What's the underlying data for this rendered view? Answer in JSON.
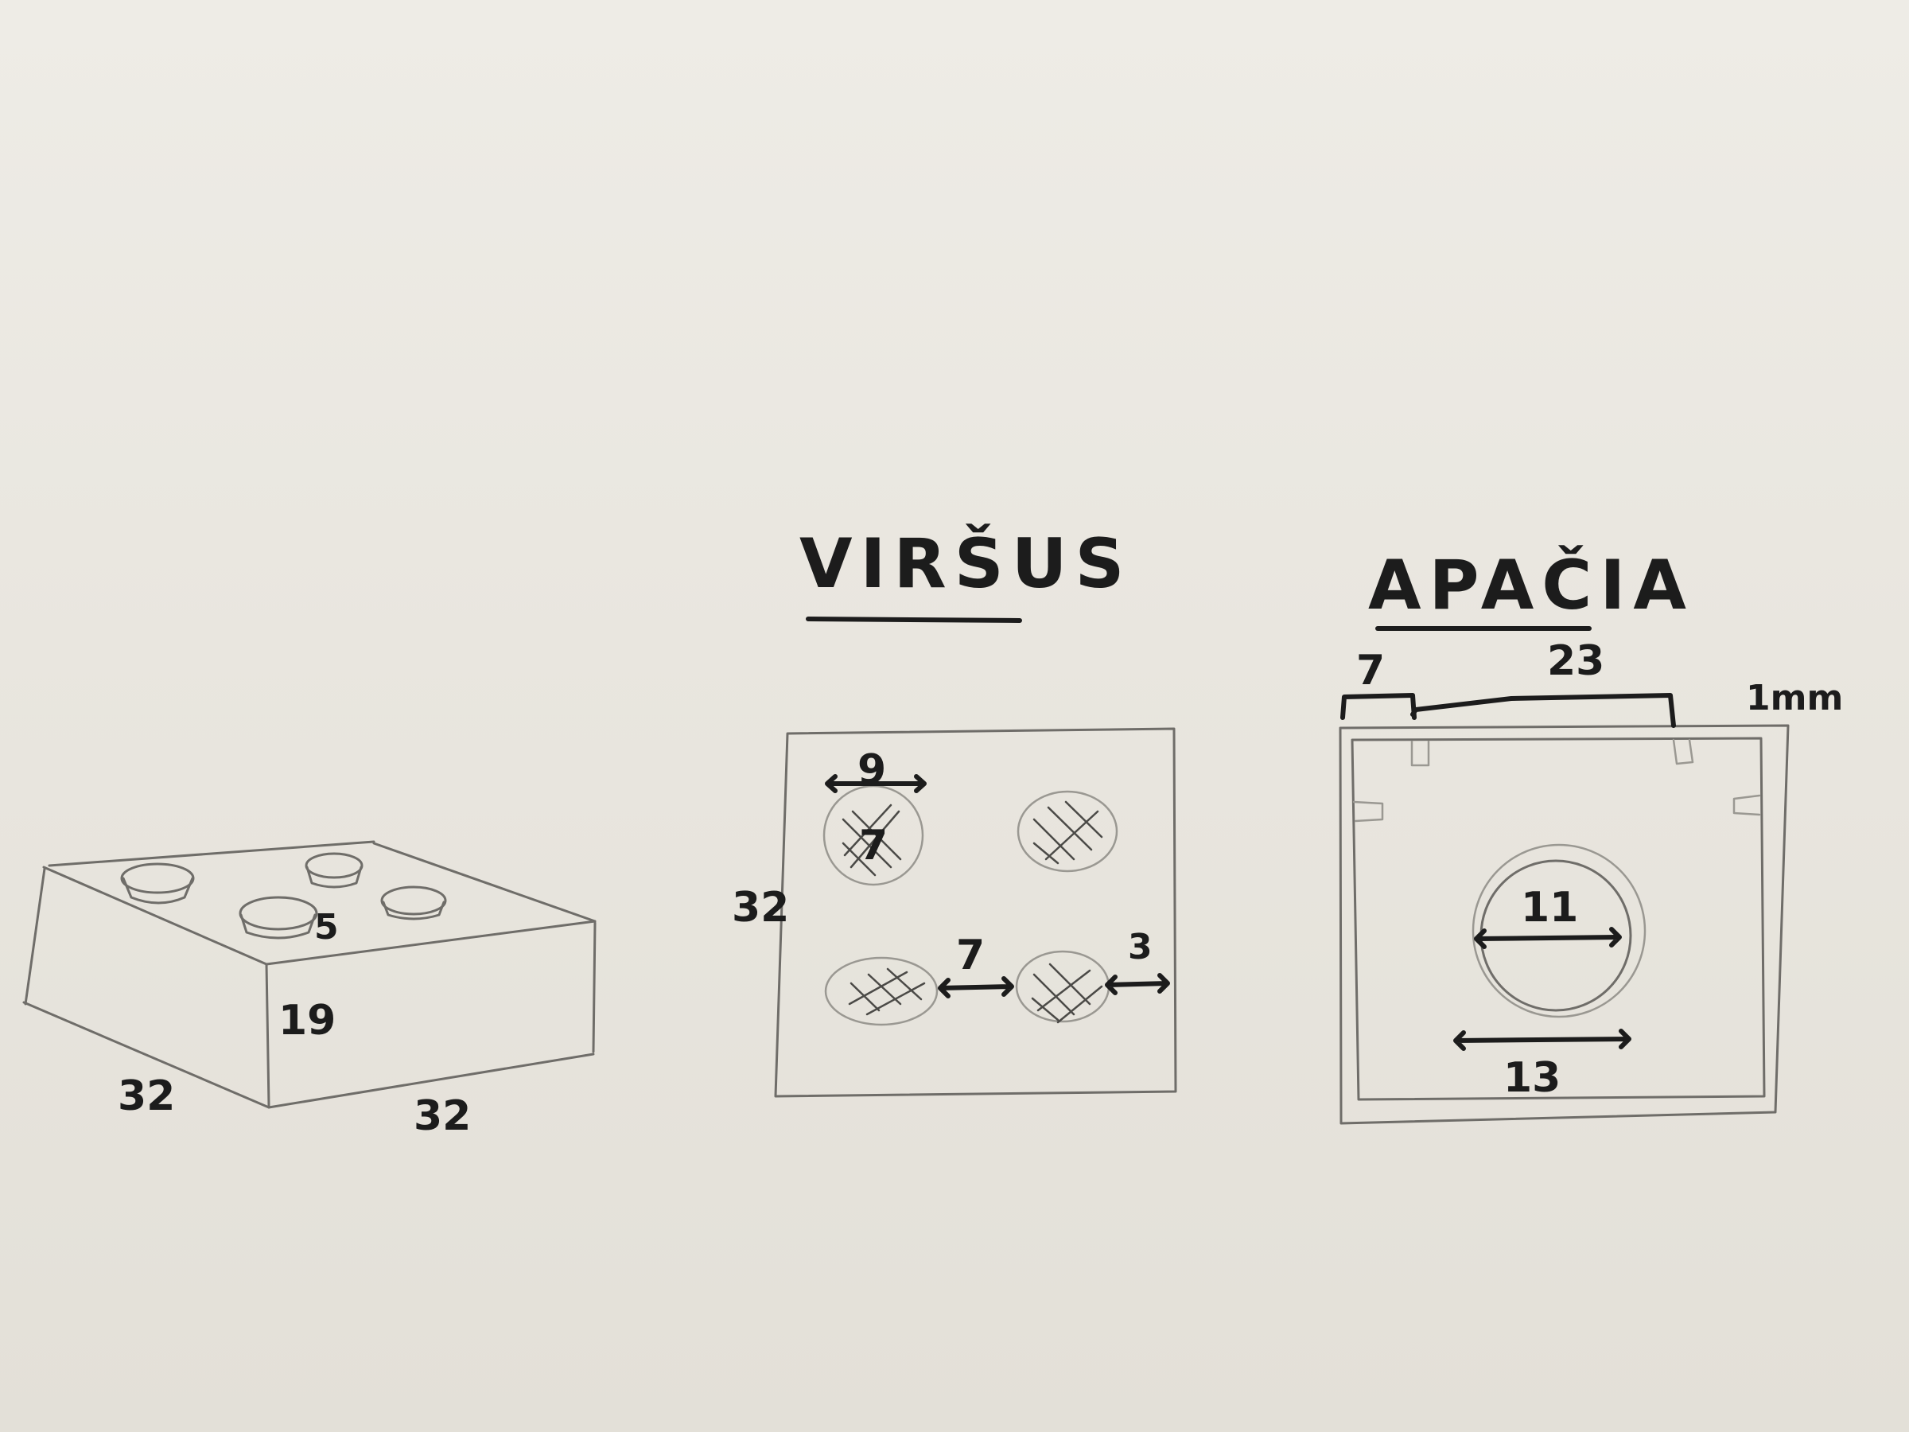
{
  "views": {
    "top": {
      "title": "VIRŠUS"
    },
    "bottom": {
      "title": "APAČIA"
    }
  },
  "dimensions": {
    "iso_stud": "5",
    "iso_height": "19",
    "iso_depth": "32",
    "iso_width": "32",
    "top_stud_outer": "9",
    "top_stud_inner": "7",
    "top_side": "32",
    "top_gap": "7",
    "top_edge": "3",
    "bottom_left": "7",
    "bottom_span": "23",
    "bottom_wall": "1mm",
    "bottom_tube_inner": "11",
    "bottom_tube_outer": "13"
  },
  "colors": {
    "ink": "#1c1c1c",
    "pencil": "#6f6d69",
    "paper": "#ece9e3"
  }
}
